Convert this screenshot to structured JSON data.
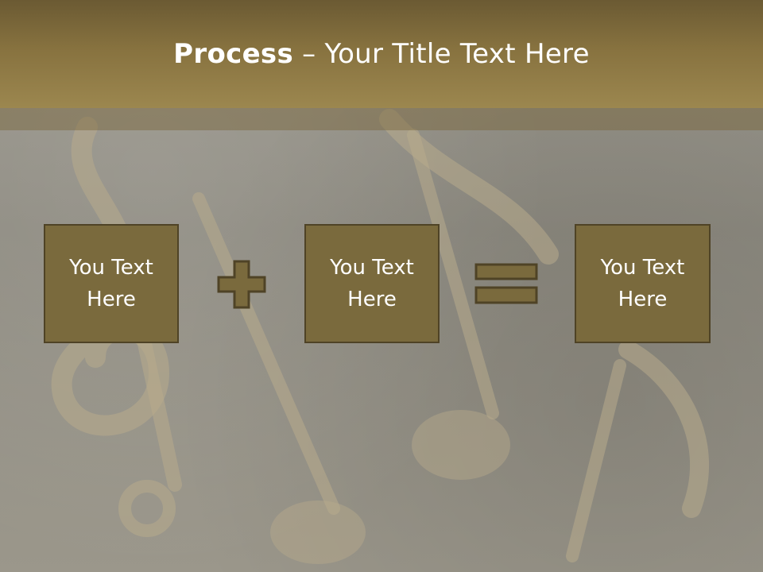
{
  "slide": {
    "title_bold": "Process",
    "title_separator": " – ",
    "title_rest": "Your Title Text Here"
  },
  "boxes": [
    {
      "text": "You Text Here"
    },
    {
      "text": "You Text Here"
    },
    {
      "text": "You Text Here"
    }
  ],
  "operators": [
    "plus-icon",
    "equals-icon"
  ],
  "colors": {
    "header": "#87723f",
    "box_fill": "#7a6a3d",
    "box_border": "#4f4326",
    "text": "#ffffff"
  }
}
